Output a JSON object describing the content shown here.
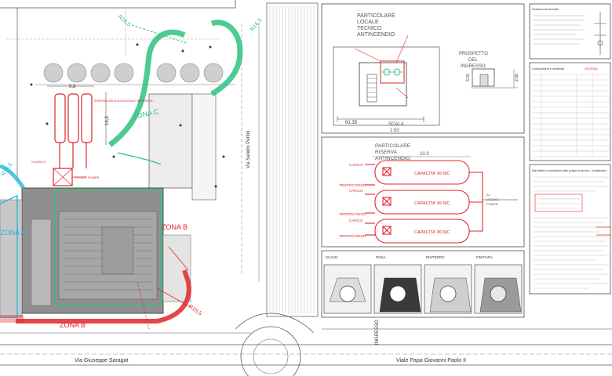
{
  "plan": {
    "zones": [
      "ZONA A",
      "ZONA B",
      "ZONA B",
      "ZONA C"
    ],
    "radii": [
      "R16,5",
      "R16,5",
      "R16,5",
      "R16,5"
    ],
    "streets": [
      "Via Giuseppe Saragat",
      "Viale Papa Giovanni Paolo II",
      "Via Sandro Pertini"
    ],
    "tank_label": "RISERVA IDRICA ANTINCENDIO INTERRATA",
    "pump_label": "LOCALE POMPE",
    "scarico": "SCARICO",
    "entrance": "INGRESSO",
    "dims": [
      "9,8",
      "10,3"
    ]
  },
  "panel_local": {
    "title": [
      "PARTICOLARE",
      "LOCALE",
      "TECNICO",
      "ANTINCENDIO"
    ],
    "prospetto": [
      "PROSPETTO",
      "DEL",
      "INGRESSO"
    ],
    "scala": [
      "SCALA",
      "1:50"
    ],
    "elev": "61.35",
    "dims": [
      "3.20",
      "2.00"
    ]
  },
  "panel_tank": {
    "title": [
      "PARTICOLARE",
      "RISERVA",
      "ANTINCENDIO"
    ],
    "capacity": [
      "CAPACITA' 80 MC",
      "CAPACITA' 80 MC",
      "CAPACITA' 80 MC"
    ],
    "labels": [
      "CARICO",
      "TROPPO PIENO",
      "CARICO",
      "TROPPO PIENO",
      "CARICO",
      "TROPPO PIENO"
    ],
    "length": "10.3",
    "pump_room": [
      "AL",
      "LOCALE",
      "POMPE"
    ]
  },
  "panel_sections": {
    "notes": [
      "SCAVO",
      "POSA",
      "RINTERRO",
      "FINITURA"
    ]
  },
  "panel_text": {
    "heading1": "Schema funzionale",
    "heading2": "Componenti e materiali",
    "heading3": "Dati elettrici e prestazioni delle pompe di servizio - Installazione",
    "heading_red": "LEGENDA"
  },
  "colors": {
    "green": "#2ec27e",
    "red": "#e0262a",
    "cyan": "#27b7d6",
    "line": "#444444",
    "building": "#7d7d7d"
  }
}
